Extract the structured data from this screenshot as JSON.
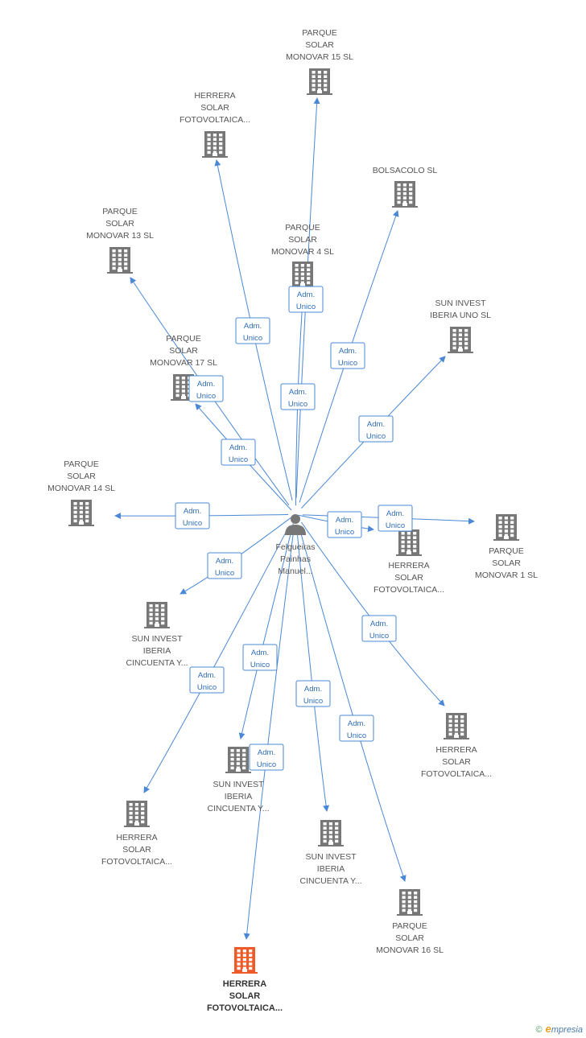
{
  "colors": {
    "edge": "#4a88d6",
    "building": "#777777",
    "building_highlight": "#f05a28",
    "person": "#777777"
  },
  "center": {
    "icon": "person-icon",
    "label_lines": [
      "Felgueiras",
      "Painhas",
      "Manuel..."
    ]
  },
  "edge_label": [
    "Adm.",
    "Unico"
  ],
  "nodes": [
    {
      "id": "n-monovar15",
      "label_lines": [
        "PARQUE",
        "SOLAR",
        "MONOVAR 15 SL"
      ],
      "icon": "building-icon"
    },
    {
      "id": "n-herrera-top",
      "label_lines": [
        "HERRERA",
        "SOLAR",
        "FOTOVOLTAICA..."
      ],
      "icon": "building-icon"
    },
    {
      "id": "n-bolsacolo",
      "label_lines": [
        "BOLSACOLO SL"
      ],
      "icon": "building-icon"
    },
    {
      "id": "n-monovar13",
      "label_lines": [
        "PARQUE",
        "SOLAR",
        "MONOVAR 13 SL"
      ],
      "icon": "building-icon"
    },
    {
      "id": "n-monovar4",
      "label_lines": [
        "PARQUE",
        "SOLAR",
        "MONOVAR 4 SL"
      ],
      "icon": "building-icon"
    },
    {
      "id": "n-suninvest-uno",
      "label_lines": [
        "SUN INVEST",
        "IBERIA UNO SL"
      ],
      "icon": "building-icon"
    },
    {
      "id": "n-monovar17",
      "label_lines": [
        "PARQUE",
        "SOLAR",
        "MONOVAR 17 SL"
      ],
      "icon": "building-icon"
    },
    {
      "id": "n-monovar14",
      "label_lines": [
        "PARQUE",
        "SOLAR",
        "MONOVAR 14 SL"
      ],
      "icon": "building-icon"
    },
    {
      "id": "n-herrera-right1",
      "label_lines": [
        "HERRERA",
        "SOLAR",
        "FOTOVOLTAICA..."
      ],
      "icon": "building-icon"
    },
    {
      "id": "n-monovar1",
      "label_lines": [
        "PARQUE",
        "SOLAR",
        "MONOVAR 1 SL"
      ],
      "icon": "building-icon"
    },
    {
      "id": "n-suninvest-c1",
      "label_lines": [
        "SUN INVEST",
        "IBERIA",
        "CINCUENTA Y..."
      ],
      "icon": "building-icon"
    },
    {
      "id": "n-herrera-right2",
      "label_lines": [
        "HERRERA",
        "SOLAR",
        "FOTOVOLTAICA..."
      ],
      "icon": "building-icon"
    },
    {
      "id": "n-suninvest-c2",
      "label_lines": [
        "SUN INVEST",
        "IBERIA",
        "CINCUENTA Y..."
      ],
      "icon": "building-icon"
    },
    {
      "id": "n-herrera-left",
      "label_lines": [
        "HERRERA",
        "SOLAR",
        "FOTOVOLTAICA..."
      ],
      "icon": "building-icon"
    },
    {
      "id": "n-suninvest-c3",
      "label_lines": [
        "SUN INVEST",
        "IBERIA",
        "CINCUENTA Y..."
      ],
      "icon": "building-icon"
    },
    {
      "id": "n-monovar16",
      "label_lines": [
        "PARQUE",
        "SOLAR",
        "MONOVAR 16 SL"
      ],
      "icon": "building-icon"
    },
    {
      "id": "n-herrera-main",
      "label_lines": [
        "HERRERA",
        "SOLAR",
        "FOTOVOLTAICA..."
      ],
      "icon": "building-icon",
      "highlight": true
    }
  ],
  "footer": {
    "copyright": "©",
    "brand_e": "e",
    "brand_rest": "mpresia"
  }
}
